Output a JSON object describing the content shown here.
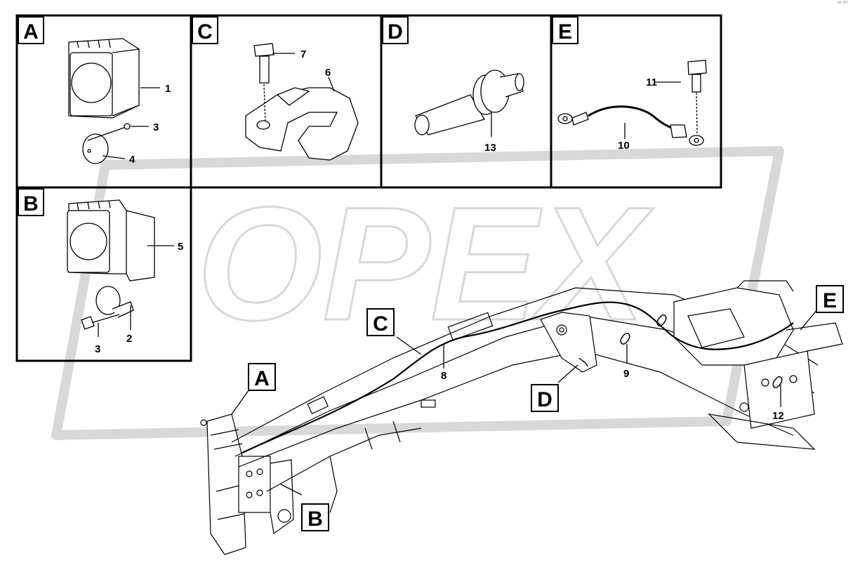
{
  "watermark": {
    "text": "OPEX",
    "color": "#d8d8d8"
  },
  "header": {
    "corner_note": "ᵃᵇᶜ ᵈᵉᶠ"
  },
  "colors": {
    "line": "#000000",
    "panel_border": "#000000",
    "background": "#ffffff"
  },
  "panels": [
    {
      "id": "A",
      "letter": "A"
    },
    {
      "id": "B",
      "letter": "B"
    },
    {
      "id": "C",
      "letter": "C"
    },
    {
      "id": "D",
      "letter": "D"
    },
    {
      "id": "E",
      "letter": "E"
    }
  ],
  "part_numbers": {
    "p1": "1",
    "p2": "2",
    "p3a": "3",
    "p3b": "3",
    "p4": "4",
    "p5": "5",
    "p6": "6",
    "p7": "7",
    "p8": "8",
    "p9": "9",
    "p10": "10",
    "p11": "11",
    "p12": "12",
    "p13": "13"
  },
  "callouts": {
    "A": "A",
    "B": "B",
    "C": "C",
    "D": "D",
    "E": "E"
  }
}
